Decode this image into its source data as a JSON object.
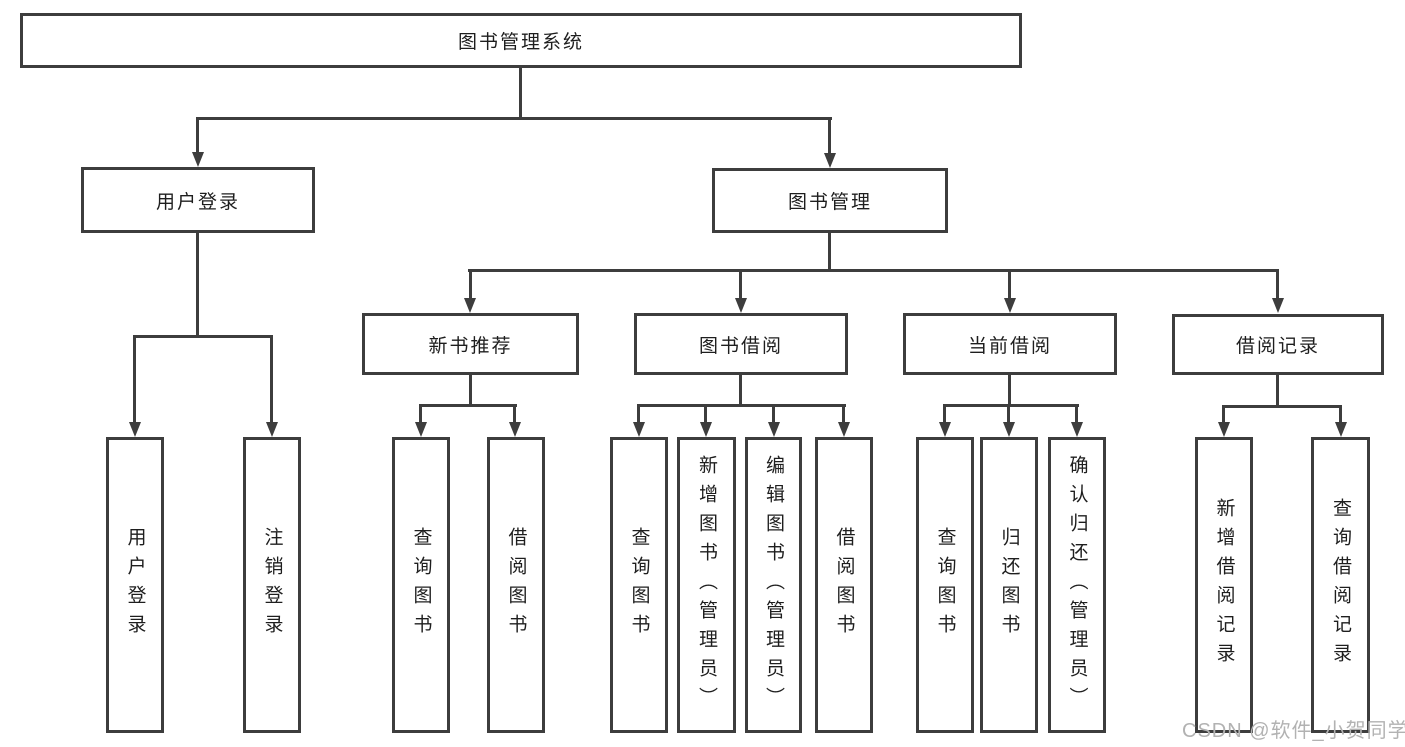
{
  "diagram": {
    "type": "tree",
    "root": {
      "label": "图书管理系统"
    },
    "level2": [
      {
        "id": "user-login",
        "label": "用户登录",
        "parent": "图书管理系统"
      },
      {
        "id": "book-management",
        "label": "图书管理",
        "parent": "图书管理系统"
      }
    ],
    "level3": [
      {
        "id": "new-book-recommend",
        "label": "新书推荐",
        "parent": "图书管理"
      },
      {
        "id": "book-borrowing",
        "label": "图书借阅",
        "parent": "图书管理"
      },
      {
        "id": "current-borrowing",
        "label": "当前借阅",
        "parent": "图书管理"
      },
      {
        "id": "borrowing-records",
        "label": "借阅记录",
        "parent": "图书管理"
      }
    ],
    "leaves": [
      {
        "label": "用户登录",
        "parent": "用户登录"
      },
      {
        "label": "注销登录",
        "parent": "用户登录"
      },
      {
        "label": "查询图书",
        "parent": "新书推荐"
      },
      {
        "label": "借阅图书",
        "parent": "新书推荐"
      },
      {
        "label": "查询图书",
        "parent": "图书借阅"
      },
      {
        "label": "新增图书（管理员）",
        "parent": "图书借阅"
      },
      {
        "label": "编辑图书（管理员）",
        "parent": "图书借阅"
      },
      {
        "label": "借阅图书",
        "parent": "图书借阅"
      },
      {
        "label": "查询图书",
        "parent": "当前借阅"
      },
      {
        "label": "归还图书",
        "parent": "当前借阅"
      },
      {
        "label": "确认归还（管理员）",
        "parent": "当前借阅"
      },
      {
        "label": "新增借阅记录",
        "parent": "借阅记录"
      },
      {
        "label": "查询借阅记录",
        "parent": "借阅记录"
      }
    ],
    "watermark": "CSDN @软件_小贺同学",
    "colors": {
      "line": "#3d3d3d",
      "text": "#1e1e1e",
      "background": "#ffffff",
      "watermark": "#b2b2b2"
    }
  }
}
